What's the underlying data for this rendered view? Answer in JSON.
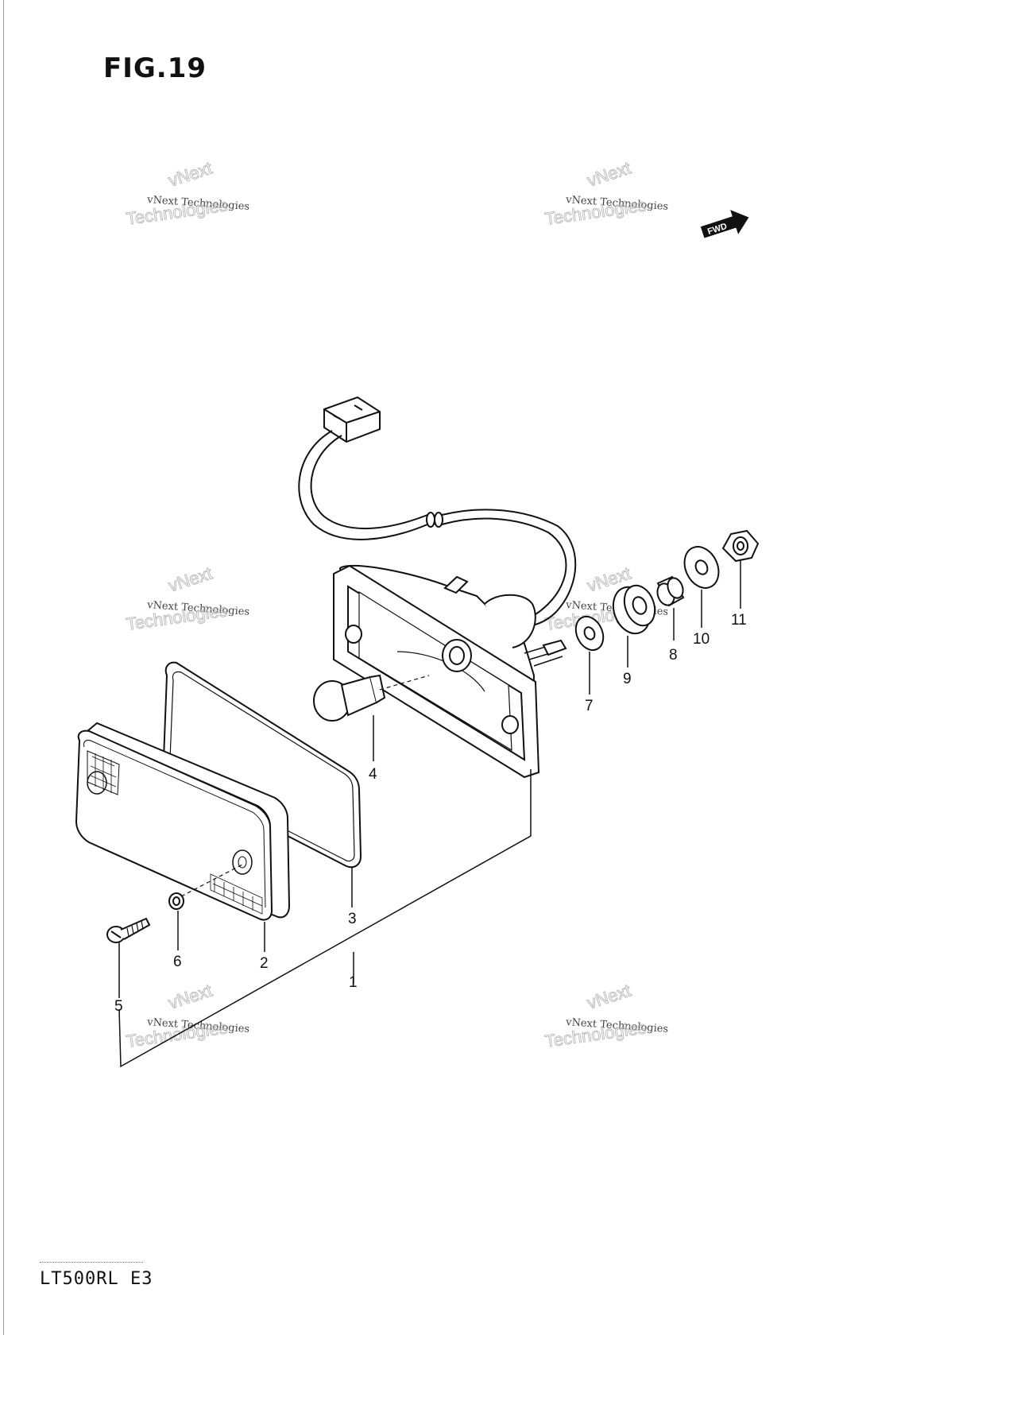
{
  "figure": {
    "title": "FIG.19",
    "model": "LT500RL  E3"
  },
  "fwd_label": "FWD",
  "watermark": {
    "brand": "vNext",
    "line": "vNext Technologies",
    "big": "Technologies"
  },
  "callouts": [
    "1",
    "2",
    "3",
    "4",
    "5",
    "6",
    "7",
    "8",
    "9",
    "10",
    "11"
  ]
}
